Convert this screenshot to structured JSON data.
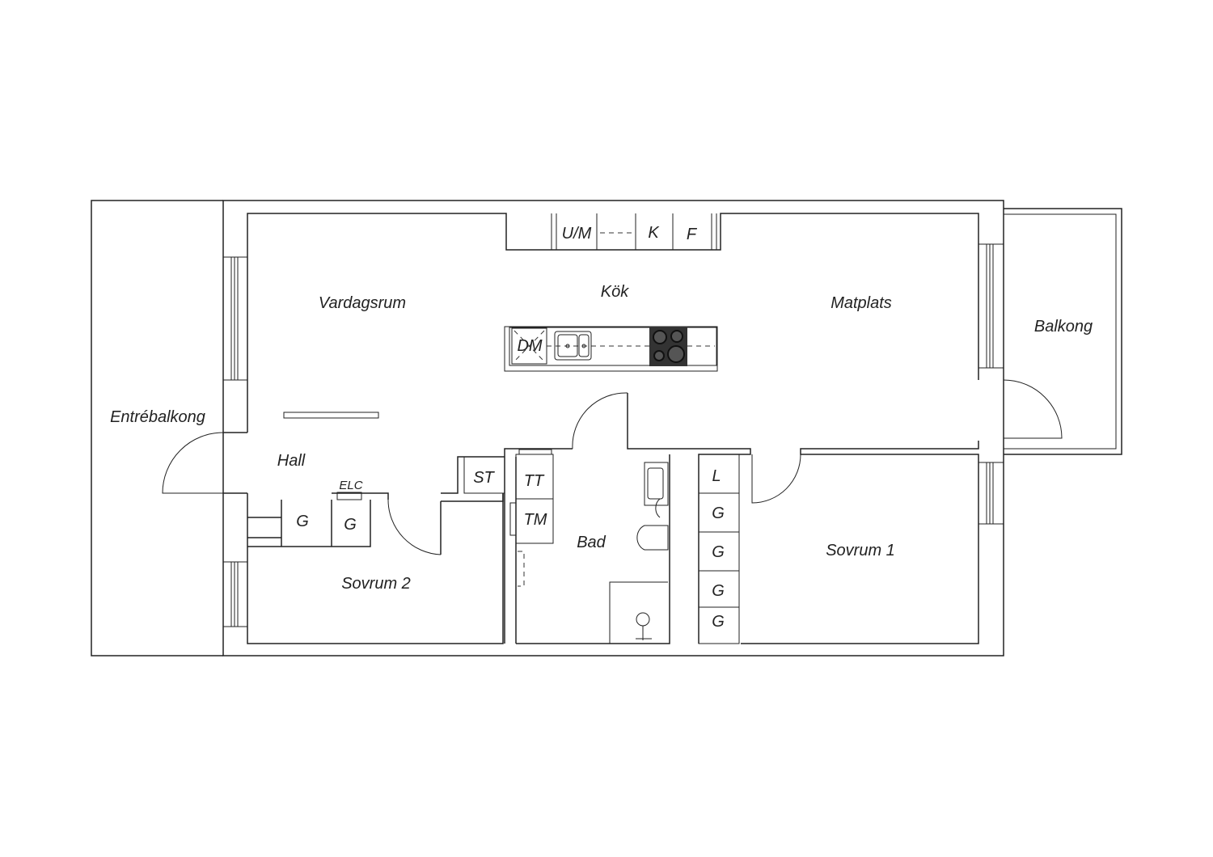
{
  "rooms": {
    "entrebalkong": "Entrébalkong",
    "vardagsrum": "Vardagsrum",
    "kok": "Kök",
    "matplats": "Matplats",
    "balkong": "Balkong",
    "hall": "Hall",
    "sovrum2": "Sovrum 2",
    "bad": "Bad",
    "sovrum1": "Sovrum 1"
  },
  "fixtures": {
    "um": "U/M",
    "k": "K",
    "f": "F",
    "dm": "DM",
    "elc": "ELC",
    "g_hall_1": "G",
    "g_hall_2": "G",
    "st": "ST",
    "tt": "TT",
    "tm": "TM",
    "l": "L",
    "g_s1_1": "G",
    "g_s1_2": "G",
    "g_s1_3": "G",
    "g_s1_4": "G"
  },
  "colors": {
    "line": "#222222",
    "background": "#ffffff",
    "cooktop": "#333333"
  }
}
